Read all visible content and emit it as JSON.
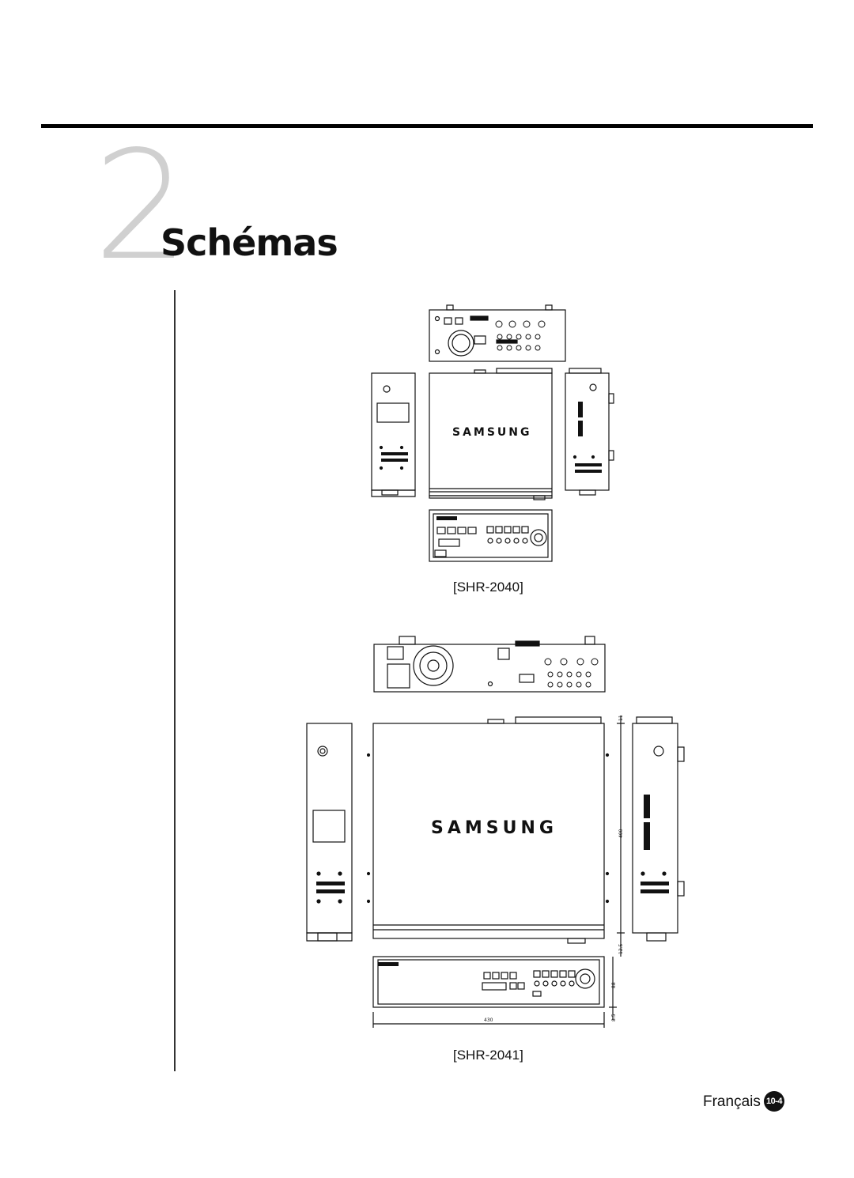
{
  "section": {
    "number": "2",
    "title": "Schémas"
  },
  "figures": [
    {
      "caption": "[SHR-2040]",
      "brand": "SAMSUNG"
    },
    {
      "caption": "[SHR-2041]",
      "brand": "SAMSUNG"
    }
  ],
  "dimensions": {
    "width": "430",
    "depth": "400",
    "height": "88",
    "top_offset": "11",
    "bottom_offset": "12.5",
    "foot": "8.5"
  },
  "footer": {
    "language": "Français",
    "page": "10-4"
  }
}
